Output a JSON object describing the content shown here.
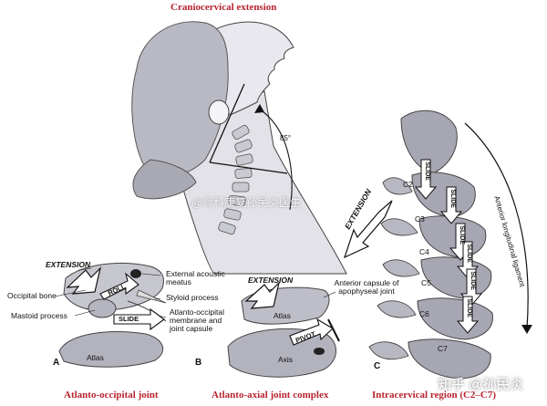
{
  "title_top": "Craniocervical extension",
  "angle_label": "85°",
  "panel_a": {
    "letter": "A",
    "caption": "Atlanto-occipital joint",
    "motion_label": "EXTENSION",
    "arrows": [
      "ROLL",
      "SLIDE"
    ],
    "labels": {
      "occipital_bone": "Occipital bone",
      "mastoid_process": "Mastoid process",
      "atlas": "Atlas",
      "external_acoustic_meatus": "External acoustic meatus",
      "styloid_process": "Styloid process",
      "atlanto_occipital_membrane": "Atlanto-occipital membrane and joint capsule"
    }
  },
  "panel_b": {
    "letter": "B",
    "caption": "Atlanto-axial joint complex",
    "motion_label": "EXTENSION",
    "arrows": [
      "PIVOT"
    ],
    "labels": {
      "atlas": "Atlas",
      "axis": "Axis",
      "anterior_capsule": "Anterior capsule of apophyseal joint"
    }
  },
  "panel_c": {
    "letter": "C",
    "caption": "Intracervical region (C2–C7)",
    "motion_label": "EXTENSION",
    "arrows": [
      "SLIDE",
      "SLIDE",
      "SLIDE",
      "SLIDE",
      "SLIDE",
      "SLIDE"
    ],
    "vertebrae": [
      "C2",
      "C3",
      "C4",
      "C5",
      "C6",
      "C7"
    ],
    "ligament_label": "Anterior longitudinal ligament"
  },
  "watermarks": {
    "middle": "@骨科康复孙民炎医生",
    "bottom": "知乎 @孙民炎"
  }
}
